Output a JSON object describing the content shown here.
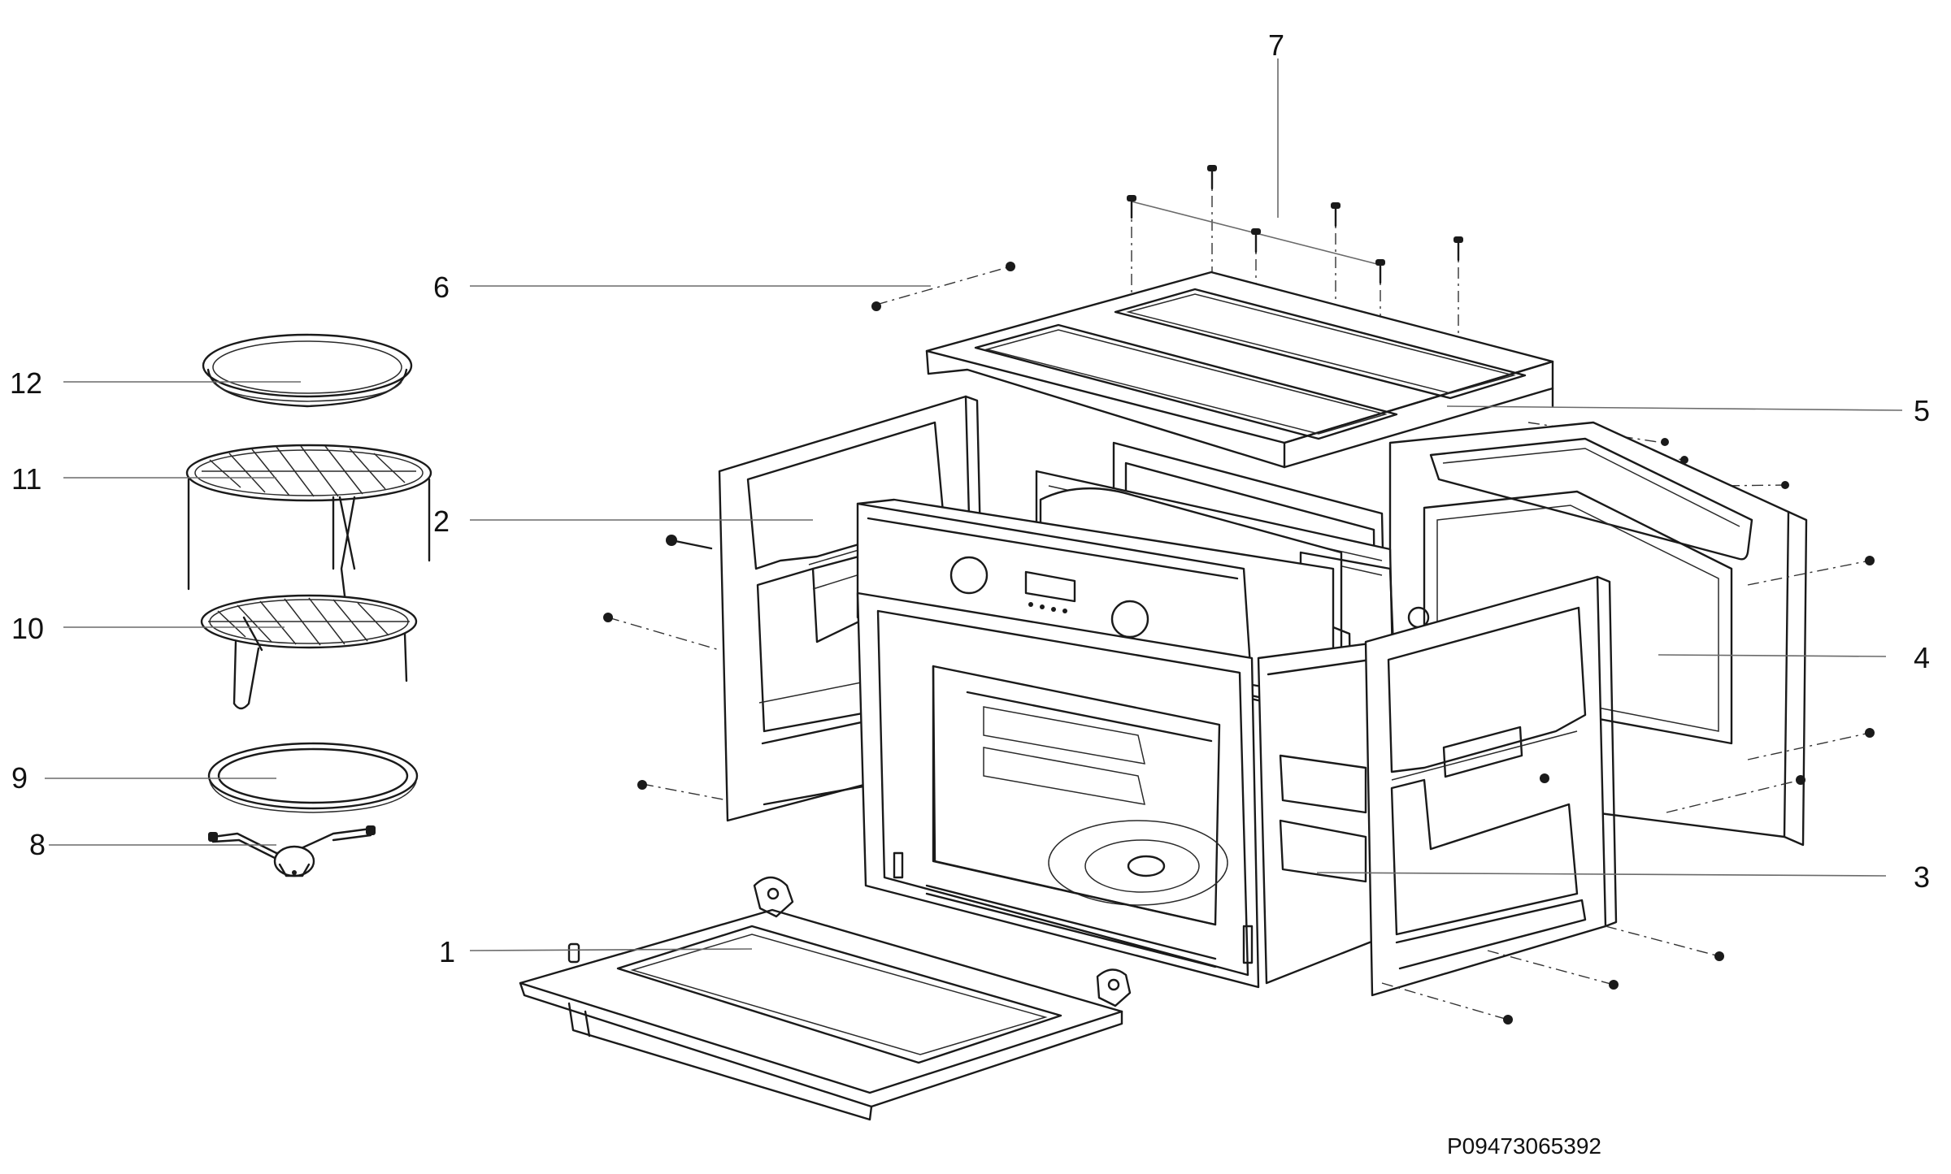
{
  "callouts": [
    "1",
    "2",
    "3",
    "4",
    "5",
    "6",
    "7",
    "8",
    "9",
    "10",
    "11",
    "12"
  ],
  "part_code": "P09473065392"
}
